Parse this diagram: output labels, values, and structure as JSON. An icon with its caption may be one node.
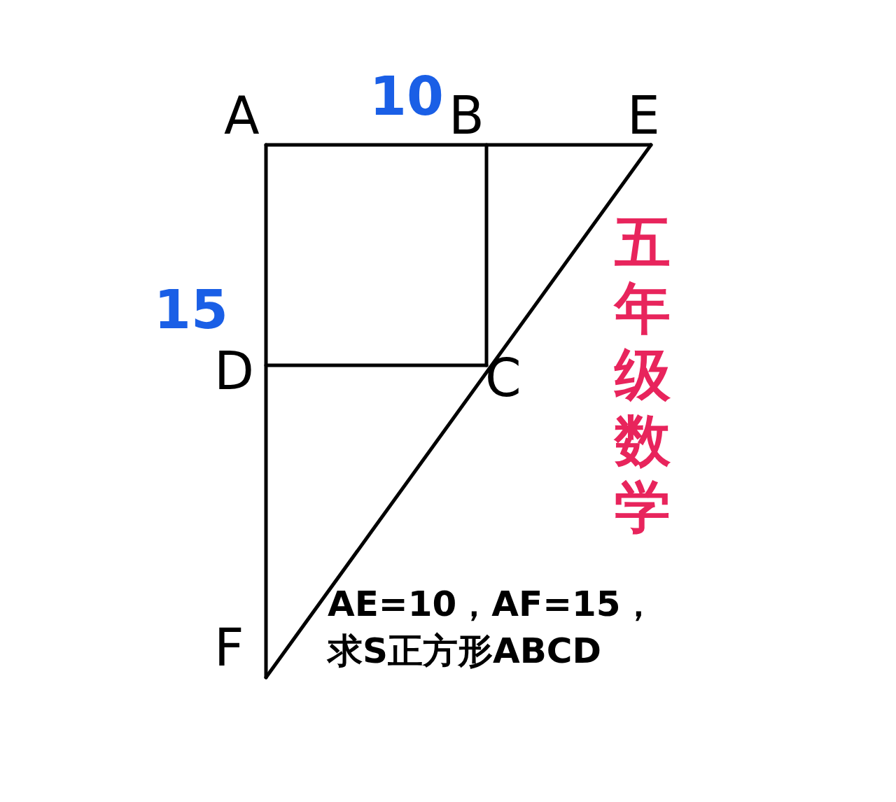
{
  "diagram": {
    "labels": [
      "A",
      "10",
      "B",
      "E",
      "五年级数学",
      "15",
      "D",
      "C",
      "AE=10，AF=15，",
      "求S正方形ABCD",
      "F"
    ]
  }
}
